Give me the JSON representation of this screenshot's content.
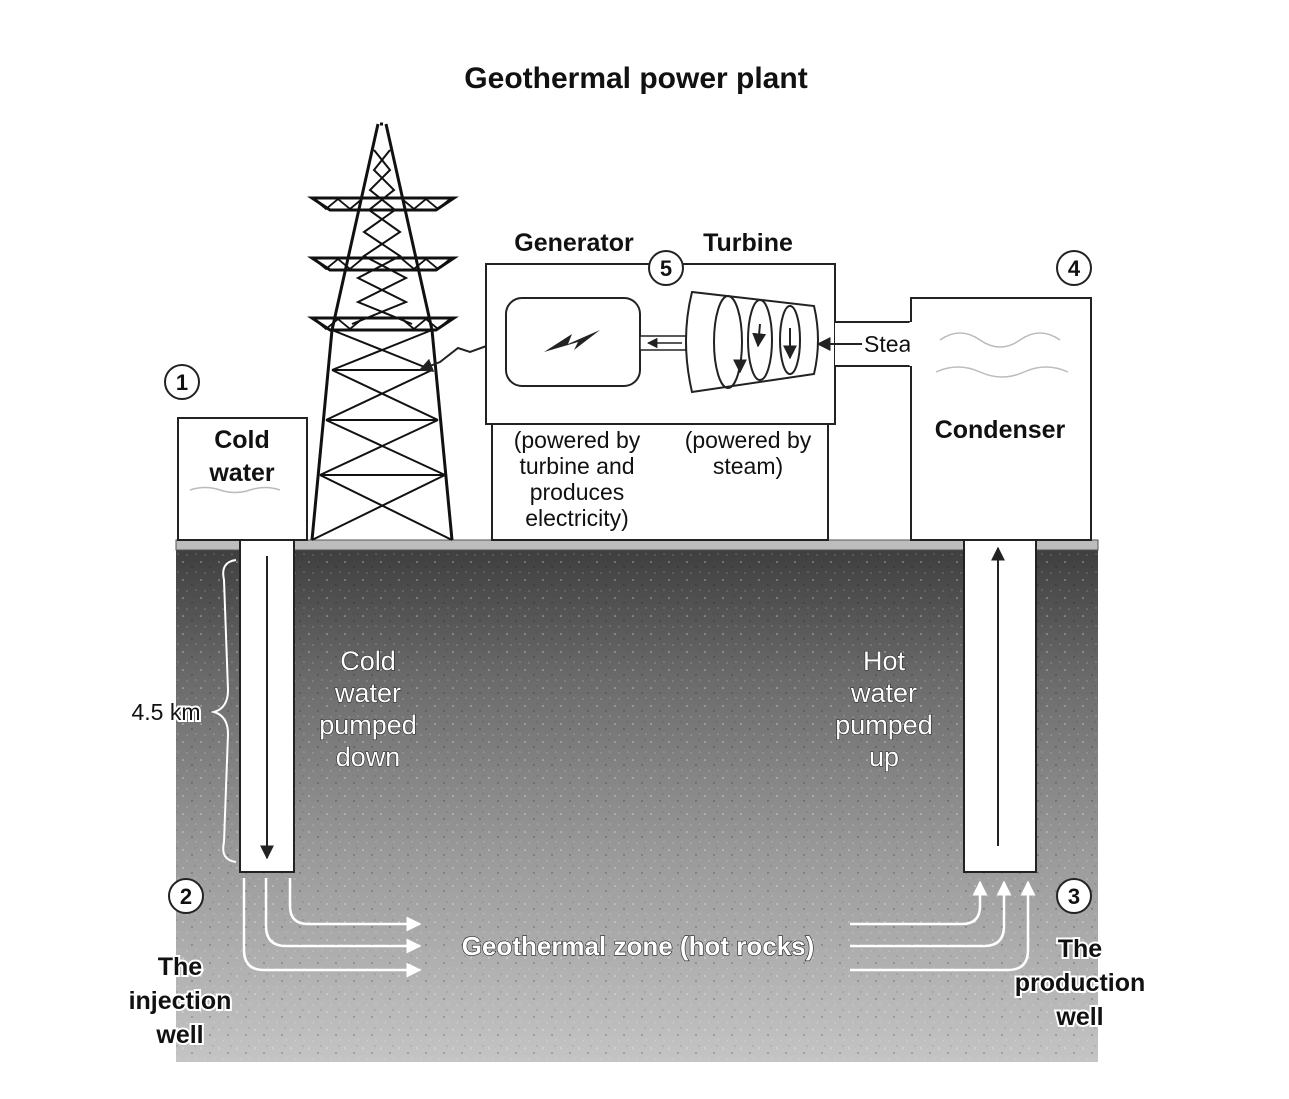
{
  "title": "Geothermal power plant",
  "steps": {
    "step1": "1",
    "step2": "2",
    "step3": "3",
    "step4": "4",
    "step5": "5"
  },
  "boxes": {
    "cold_water": [
      "Cold",
      "water"
    ],
    "generator": "Generator",
    "turbine": "Turbine",
    "condenser": "Condenser",
    "steam": "Steam"
  },
  "notes": {
    "generator_note": [
      "(powered by",
      "turbine and",
      "produces",
      "electricity)"
    ],
    "turbine_note": [
      "(powered by",
      "steam)"
    ]
  },
  "underground": {
    "depth": "4.5 km",
    "cold_down": [
      "Cold",
      "water",
      "pumped",
      "down"
    ],
    "hot_up": [
      "Hot",
      "water",
      "pumped",
      "up"
    ],
    "zone": "Geothermal zone (hot rocks)",
    "injection_well": [
      "The",
      "injection",
      "well"
    ],
    "production_well": [
      "The",
      "production",
      "well"
    ]
  }
}
